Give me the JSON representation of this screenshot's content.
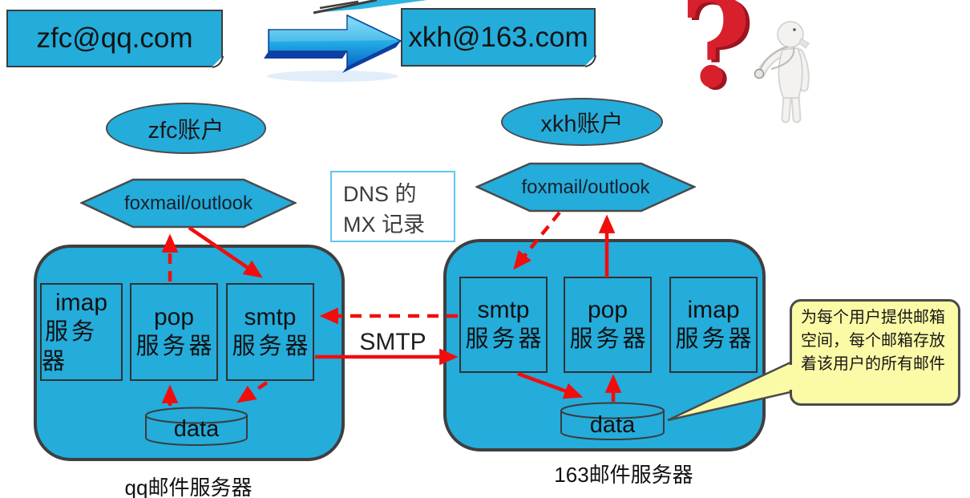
{
  "colors": {
    "shape_fill": "#24acdb",
    "shape_border": "#3d3d3d",
    "arrow_red": "#f20d0d",
    "dns_border": "#5ec6ec",
    "callout_fill": "#fbfaa6",
    "question_red": "#d8202c",
    "arrow3d_dark": "#0d3fa6",
    "arrow3d_light": "#6fdcf8"
  },
  "top": {
    "sender": "zfc@qq.com",
    "recipient": "xkh@163.com",
    "question_mark": "?"
  },
  "accounts": {
    "left": "zfc账户",
    "right": "xkh账户"
  },
  "clients": {
    "left": "foxmail/outlook",
    "right": "foxmail/outlook"
  },
  "dns_note": {
    "line1": "DNS 的",
    "line2": "MX 记录"
  },
  "protocol_label": "SMTP",
  "servers": {
    "left": {
      "caption": "qq邮件服务器",
      "data_store": "data",
      "services": [
        {
          "name": "imap",
          "type": "服务器"
        },
        {
          "name": "pop",
          "type": "服务器"
        },
        {
          "name": "smtp",
          "type": "服务器"
        }
      ]
    },
    "right": {
      "caption": "163邮件服务器",
      "data_store": "data",
      "services": [
        {
          "name": "smtp",
          "type": "服务器"
        },
        {
          "name": "pop",
          "type": "服务器"
        },
        {
          "name": "imap",
          "type": "服务器"
        }
      ]
    }
  },
  "callout": {
    "text": "为每个用户提供邮箱空间，每个邮箱存放着该用户的所有邮件"
  }
}
